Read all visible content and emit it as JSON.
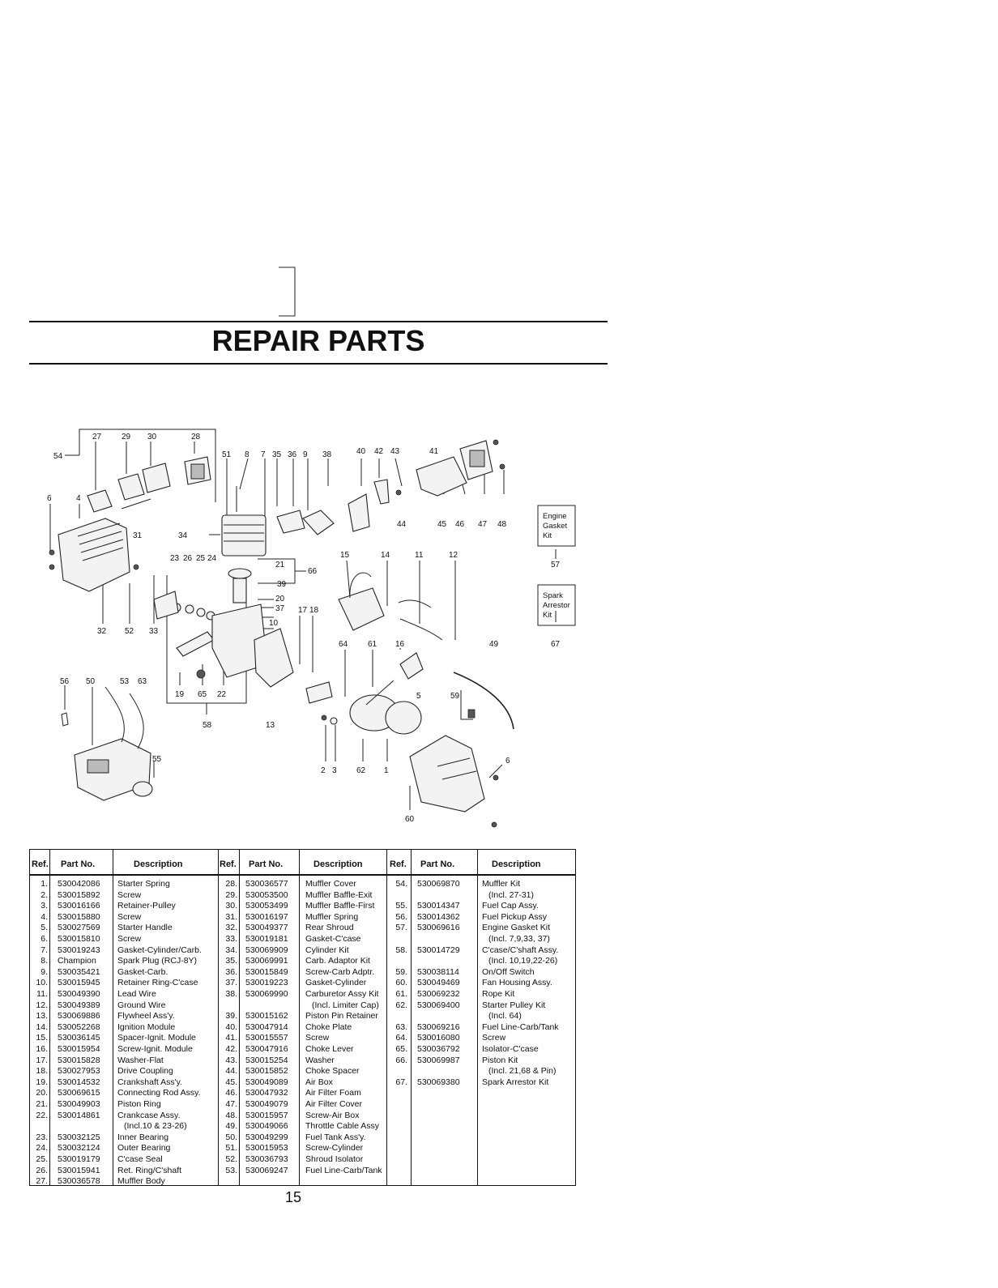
{
  "title": "REPAIR PARTS",
  "page_number": "15",
  "diagram": {
    "callouts": {
      "c27": "27",
      "c29": "29",
      "c30": "30",
      "c28": "28",
      "c54": "54",
      "c6a": "6",
      "c4": "4",
      "c31": "31",
      "c32": "32",
      "c52": "52",
      "c33": "33",
      "c51": "51",
      "c8": "8",
      "c7": "7",
      "c35": "35",
      "c36": "36",
      "c9": "9",
      "c38": "38",
      "c40": "40",
      "c42": "42",
      "c43": "43",
      "c41": "41",
      "c44": "44",
      "c45": "45",
      "c46": "46",
      "c47": "47",
      "c48": "48",
      "c34": "34",
      "c23": "23",
      "c26": "26",
      "c25": "25",
      "c24": "24",
      "c21": "21",
      "c66": "66",
      "c39": "39",
      "c20": "20",
      "c37": "37",
      "c10": "10",
      "c15": "15",
      "c14": "14",
      "c11": "11",
      "c12": "12",
      "c17": "17",
      "c18": "18",
      "c64": "64",
      "c61": "61",
      "c16": "16",
      "c49": "49",
      "c57": "57",
      "c67": "67",
      "c56": "56",
      "c50": "50",
      "c53": "53",
      "c63": "63",
      "c19": "19",
      "c65": "65",
      "c22": "22",
      "c58": "58",
      "c13": "13",
      "c5": "5",
      "c59": "59",
      "c55": "55",
      "c2": "2",
      "c3": "3",
      "c62": "62",
      "c1": "1",
      "c6b": "6",
      "c60": "60"
    },
    "engine_gasket_box": [
      "Engine",
      "Gasket",
      "Kit"
    ],
    "spark_arrestor_box": [
      "Spark",
      "Arrestor",
      "Kit"
    ]
  },
  "table": {
    "headers": {
      "ref": "Ref.",
      "part_no": "Part No.",
      "description": "Description"
    },
    "columns": [
      [
        {
          "ref": "1.",
          "part": "530042086",
          "desc": "Starter Spring"
        },
        {
          "ref": "2.",
          "part": "530015892",
          "desc": "Screw"
        },
        {
          "ref": "3.",
          "part": "530016166",
          "desc": "Retainer-Pulley"
        },
        {
          "ref": "4.",
          "part": "530015880",
          "desc": "Screw"
        },
        {
          "ref": "5.",
          "part": "530027569",
          "desc": "Starter Handle"
        },
        {
          "ref": "6.",
          "part": "530015810",
          "desc": "Screw"
        },
        {
          "ref": "7.",
          "part": "530019243",
          "desc": "Gasket-Cylinder/Carb."
        },
        {
          "ref": "8.",
          "part": "Champion",
          "desc": "Spark Plug (RCJ-8Y)"
        },
        {
          "ref": "9.",
          "part": "530035421",
          "desc": "Gasket-Carb."
        },
        {
          "ref": "10.",
          "part": "530015945",
          "desc": "Retainer Ring-C'case"
        },
        {
          "ref": "11.",
          "part": "530049390",
          "desc": "Lead Wire"
        },
        {
          "ref": "12.",
          "part": "530049389",
          "desc": "Ground Wire"
        },
        {
          "ref": "13.",
          "part": "530069886",
          "desc": "Flywheel Ass'y."
        },
        {
          "ref": "14.",
          "part": "530052268",
          "desc": "Ignition Module"
        },
        {
          "ref": "15.",
          "part": "530036145",
          "desc": "Spacer-Ignit. Module"
        },
        {
          "ref": "16.",
          "part": "530015954",
          "desc": "Screw-Ignit. Module"
        },
        {
          "ref": "17.",
          "part": "530015828",
          "desc": "Washer-Flat"
        },
        {
          "ref": "18.",
          "part": "530027953",
          "desc": "Drive Coupling"
        },
        {
          "ref": "19.",
          "part": "530014532",
          "desc": "Crankshaft Ass'y."
        },
        {
          "ref": "20.",
          "part": "530069615",
          "desc": "Connecting Rod Assy."
        },
        {
          "ref": "21.",
          "part": "530049903",
          "desc": "Piston Ring"
        },
        {
          "ref": "22.",
          "part": "530014861",
          "desc": "Crankcase Assy."
        },
        {
          "ref": "",
          "part": "",
          "desc": "(Incl.10 & 23-26)"
        },
        {
          "ref": "23.",
          "part": "530032125",
          "desc": "Inner Bearing"
        },
        {
          "ref": "24.",
          "part": "530032124",
          "desc": "Outer Bearing"
        },
        {
          "ref": "25.",
          "part": "530019179",
          "desc": "C'case Seal"
        },
        {
          "ref": "26.",
          "part": "530015941",
          "desc": "Ret. Ring/C'shaft"
        },
        {
          "ref": "27.",
          "part": "530036578",
          "desc": "Muffler Body"
        }
      ],
      [
        {
          "ref": "28.",
          "part": "530036577",
          "desc": "Muffler Cover"
        },
        {
          "ref": "29.",
          "part": "530053500",
          "desc": "Muffler Baffle-Exit"
        },
        {
          "ref": "30.",
          "part": "530053499",
          "desc": "Muffler Baffle-First"
        },
        {
          "ref": "31.",
          "part": "530016197",
          "desc": "Muffler Spring"
        },
        {
          "ref": "32.",
          "part": "530049377",
          "desc": "Rear Shroud"
        },
        {
          "ref": "33.",
          "part": "530019181",
          "desc": "Gasket-C'case"
        },
        {
          "ref": "34.",
          "part": "530069909",
          "desc": "Cylinder Kit"
        },
        {
          "ref": "35.",
          "part": "530069991",
          "desc": "Carb. Adaptor Kit"
        },
        {
          "ref": "36.",
          "part": "530015849",
          "desc": "Screw-Carb Adptr."
        },
        {
          "ref": "37.",
          "part": "530019223",
          "desc": "Gasket-Cylinder"
        },
        {
          "ref": "38.",
          "part": "530069990",
          "desc": "Carburetor Assy Kit"
        },
        {
          "ref": "",
          "part": "",
          "desc": "(Incl. Limiter Cap)"
        },
        {
          "ref": "39.",
          "part": "530015162",
          "desc": "Piston Pin Retainer"
        },
        {
          "ref": "40.",
          "part": "530047914",
          "desc": "Choke Plate"
        },
        {
          "ref": "41.",
          "part": "530015557",
          "desc": "Screw"
        },
        {
          "ref": "42.",
          "part": "530047916",
          "desc": "Choke Lever"
        },
        {
          "ref": "43.",
          "part": "530015254",
          "desc": "Washer"
        },
        {
          "ref": "44.",
          "part": "530015852",
          "desc": "Choke Spacer"
        },
        {
          "ref": "45.",
          "part": "530049089",
          "desc": "Air Box"
        },
        {
          "ref": "46.",
          "part": "530047932",
          "desc": "Air Filter Foam"
        },
        {
          "ref": "47.",
          "part": "530049079",
          "desc": "Air Filter Cover"
        },
        {
          "ref": "48.",
          "part": "530015957",
          "desc": "Screw-Air Box"
        },
        {
          "ref": "49.",
          "part": "530049066",
          "desc": "Throttle Cable Assy"
        },
        {
          "ref": "50.",
          "part": "530049299",
          "desc": "Fuel Tank Ass'y."
        },
        {
          "ref": "51.",
          "part": "530015953",
          "desc": "Screw-Cylinder"
        },
        {
          "ref": "52.",
          "part": "530036793",
          "desc": "Shroud Isolator"
        },
        {
          "ref": "53.",
          "part": "530069247",
          "desc": "Fuel Line-Carb/Tank"
        }
      ],
      [
        {
          "ref": "54.",
          "part": "530069870",
          "desc": "Muffler Kit"
        },
        {
          "ref": "",
          "part": "",
          "desc": "(Incl. 27-31)"
        },
        {
          "ref": "55.",
          "part": "530014347",
          "desc": "Fuel Cap Assy."
        },
        {
          "ref": "56.",
          "part": "530014362",
          "desc": "Fuel Pickup Assy"
        },
        {
          "ref": "57.",
          "part": "530069616",
          "desc": "Engine Gasket Kit"
        },
        {
          "ref": "",
          "part": "",
          "desc": "(Incl. 7,9,33, 37)"
        },
        {
          "ref": "58.",
          "part": "530014729",
          "desc": "C'case/C'shaft Assy."
        },
        {
          "ref": "",
          "part": "",
          "desc": "(Incl. 10,19,22-26)"
        },
        {
          "ref": "59.",
          "part": "530038114",
          "desc": "On/Off Switch"
        },
        {
          "ref": "60.",
          "part": "530049469",
          "desc": "Fan Housing Assy."
        },
        {
          "ref": "61.",
          "part": "530069232",
          "desc": "Rope Kit"
        },
        {
          "ref": "62.",
          "part": "530069400",
          "desc": "Starter Pulley Kit"
        },
        {
          "ref": "",
          "part": "",
          "desc": "(Incl. 64)"
        },
        {
          "ref": "63.",
          "part": "530069216",
          "desc": "Fuel Line-Carb/Tank"
        },
        {
          "ref": "64.",
          "part": "530016080",
          "desc": "Screw"
        },
        {
          "ref": "65.",
          "part": "530036792",
          "desc": "Isolator-C'case"
        },
        {
          "ref": "66.",
          "part": "530069987",
          "desc": "Piston Kit"
        },
        {
          "ref": "",
          "part": "",
          "desc": "(Incl. 21,68 & Pin)"
        },
        {
          "ref": "67.",
          "part": "530069380",
          "desc": "Spark Arrestor Kit"
        }
      ]
    ]
  }
}
